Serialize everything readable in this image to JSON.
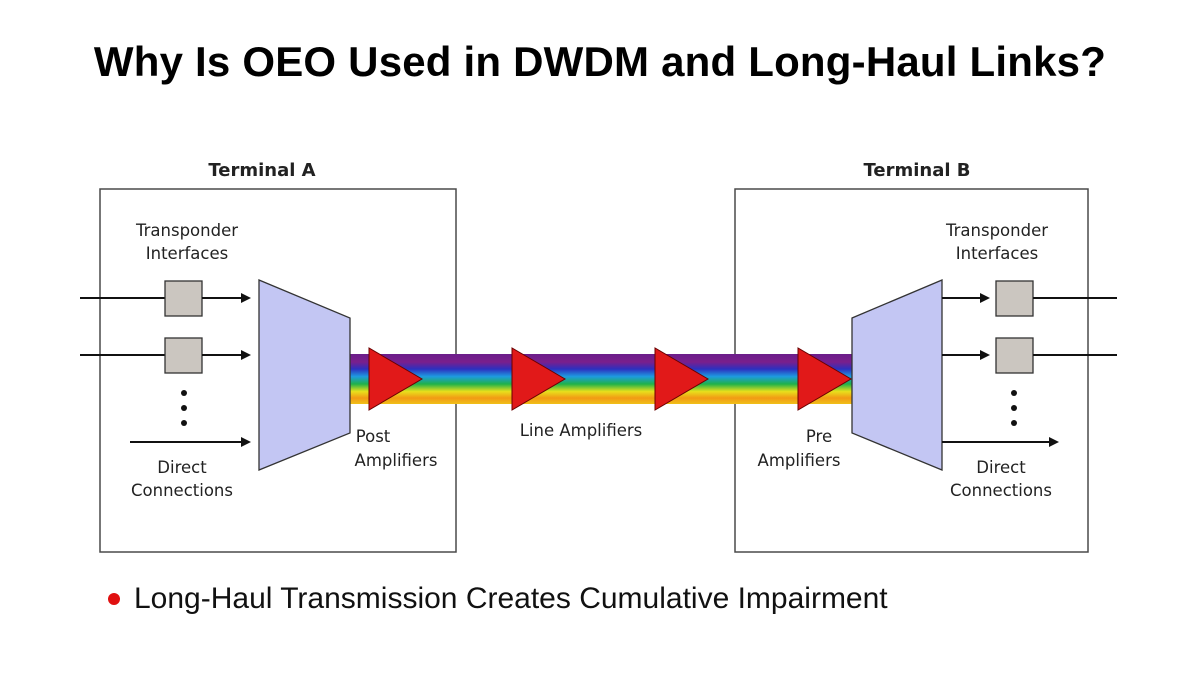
{
  "title": "Why Is OEO Used in DWDM and Long-Haul Links?",
  "terminal_a": {
    "label": "Terminal A",
    "transponder_label": [
      "Transponder",
      "Interfaces"
    ],
    "direct_label": [
      "Direct",
      "Connections"
    ],
    "amp_label": [
      "Post",
      "Amplifiers"
    ]
  },
  "terminal_b": {
    "label": "Terminal B",
    "transponder_label": [
      "Transponder",
      "Interfaces"
    ],
    "direct_label": [
      "Direct",
      "Connections"
    ],
    "amp_label": [
      "Pre",
      "Amplifiers"
    ]
  },
  "line_amp_label": "Line Amplifiers",
  "bullet": "Long-Haul Transmission Creates Cumulative Impairment",
  "colors": {
    "box_border": "#4a4a4a",
    "mux_fill": "#c3c6f3",
    "transponder_fill": "#cbc6c0",
    "amplifier_fill": "#e11919",
    "bullet": "#e01010"
  }
}
